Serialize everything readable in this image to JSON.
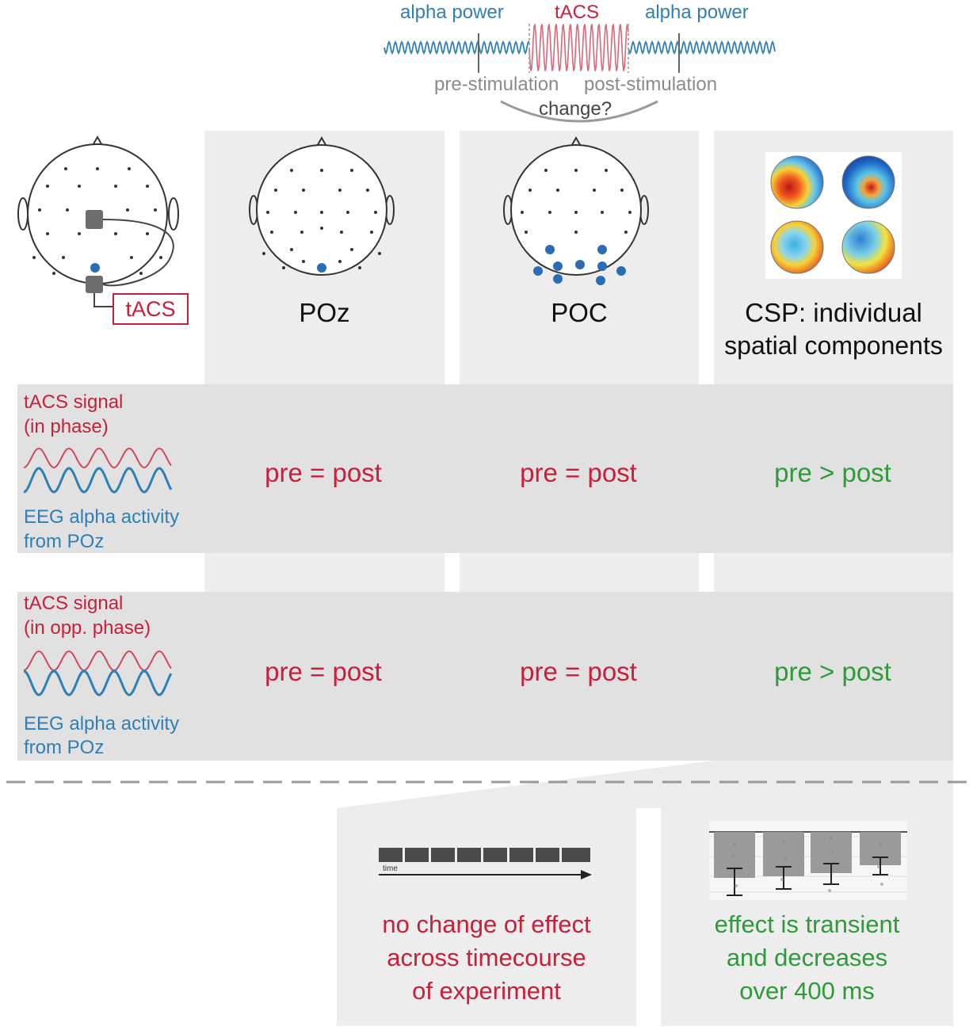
{
  "header": {
    "alpha_power_left": "alpha power",
    "tacs": "tACS",
    "alpha_power_right": "alpha power",
    "pre_stimulation": "pre-stimulation",
    "post_stimulation": "post-stimulation",
    "change": "change?"
  },
  "montage": {
    "electrode_label": "tACS"
  },
  "columns": [
    {
      "title": "POz"
    },
    {
      "title": "POC"
    },
    {
      "title_line1": "CSP: individual",
      "title_line2": "spatial components"
    }
  ],
  "rows": [
    {
      "signal_label_line1": "tACS signal",
      "signal_label_line2": "(in phase)",
      "eeg_label_line1": "EEG alpha activity",
      "eeg_label_line2": "from POz",
      "results": [
        "pre = post",
        "pre = post",
        "pre > post"
      ]
    },
    {
      "signal_label_line1": "tACS signal",
      "signal_label_line2": "(in opp. phase)",
      "eeg_label_line1": "EEG alpha activity",
      "eeg_label_line2": "from POz",
      "results": [
        "pre = post",
        "pre = post",
        "pre > post"
      ]
    }
  ],
  "bottom": {
    "timeline_axis_label": "time",
    "left_text_line1": "no change of effect",
    "left_text_line2": "across timecourse",
    "left_text_line3": "of experiment",
    "right_text_line1": "effect is transient",
    "right_text_line2": "and decreases",
    "right_text_line3": "over 400 ms"
  },
  "colors": {
    "red": "#c8203a",
    "green": "#2f9a3a",
    "blue": "#2f7fb5",
    "electrode_blue": "#2a6db5",
    "panel_gray": "#ededed"
  }
}
